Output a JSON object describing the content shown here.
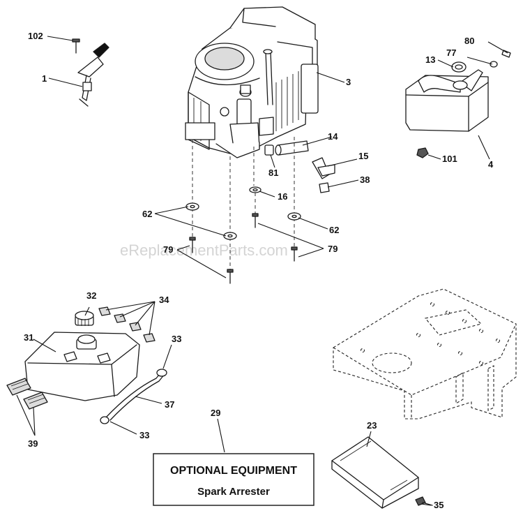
{
  "watermark": "eReplacementParts.com",
  "optional_box": {
    "title": "OPTIONAL EQUIPMENT",
    "subtitle": "Spark Arrester"
  },
  "callouts": {
    "c102": "102",
    "c1": "1",
    "c3": "3",
    "c14": "14",
    "c15": "15",
    "c81": "81",
    "c16": "16",
    "c38": "38",
    "c62a": "62",
    "c62b": "62",
    "c79a": "79",
    "c79b": "79",
    "c80": "80",
    "c77": "77",
    "c13": "13",
    "c101": "101",
    "c4": "4",
    "c32": "32",
    "c34": "34",
    "c31": "31",
    "c33a": "33",
    "c33b": "33",
    "c37": "37",
    "c39": "39",
    "c29": "29",
    "c23": "23",
    "c35": "35"
  }
}
